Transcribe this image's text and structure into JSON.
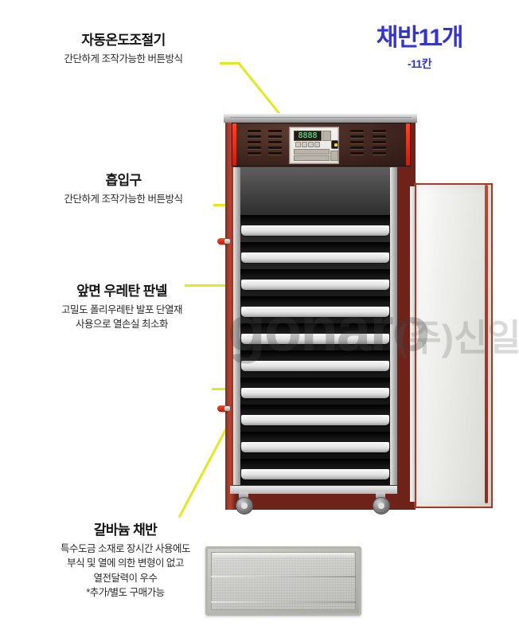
{
  "headline": {
    "main": "채반11개",
    "sub": "-11칸",
    "color": "#3434cf"
  },
  "accent_color": "#e3e821",
  "callouts": [
    {
      "id": "auto-temp-controller",
      "title": "자동온도조절기",
      "sub_lines": [
        "간단하게 조작가능한 버튼방식"
      ]
    },
    {
      "id": "air-intake",
      "title": "흡입구",
      "sub_lines": [
        "간단하게 조작가능한 버튼방식"
      ]
    },
    {
      "id": "front-urethane-panel",
      "title": "앞면 우레탄 판넬",
      "sub_lines": [
        "고밀도 폴리우레탄 발포 단열재",
        "사용으로 열손실 최소화"
      ]
    },
    {
      "id": "galvalume-tray",
      "title": "갈바늄 채반",
      "sub_lines": [
        "특수도금 소재로 장시간 사용에도",
        "부식 및 열에 의한 변형이 없고",
        "열전달력이 우수",
        "*추가/별도 구매가능"
      ]
    }
  ],
  "product": {
    "tray_count": 11,
    "display_value": "8888",
    "watermark_left": "gonaro",
    "watermark_right": "(주)신일"
  }
}
